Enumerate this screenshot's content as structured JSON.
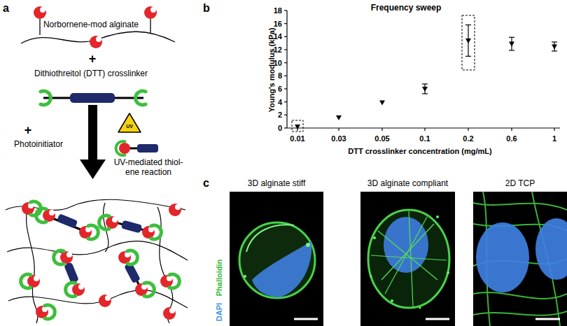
{
  "diagram": {
    "nodes": [
      {
        "text": [
          "3D alginate stiff"
        ]
      },
      {
        "text": [
          "3D alginate compliant"
        ]
      },
      {
        "text": [
          "2D TCP"
        ]
      }
    ],
    "labels": [
      "a",
      "Norbornene-mod alginate",
      "+",
      "Dithiothreitol (DTT) crosslinker",
      "+",
      "Photoinitiator",
      "UV",
      "UV-mediated thiol-ene reaction",
      "b",
      "Frequency sweep",
      "Young's modulus (kPa)",
      "0",
      "2",
      "4",
      "6",
      "8",
      "10",
      "12",
      "14",
      "16",
      "18",
      "DTT crosslinker concentration (mg/mL)",
      "0.01",
      "0.03",
      "0.05",
      "0.1",
      "0.2",
      "0.6",
      "1",
      "c",
      "DAPI",
      "Phalloidin"
    ]
  }
}
